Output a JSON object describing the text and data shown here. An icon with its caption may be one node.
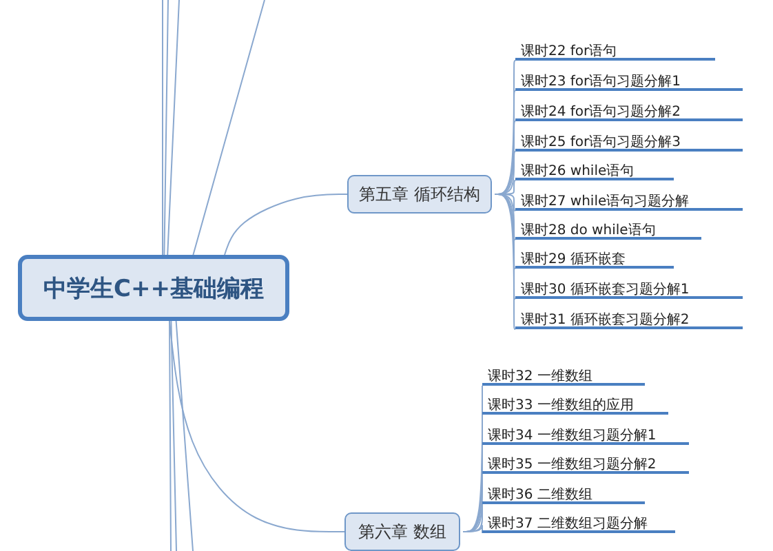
{
  "diagram": {
    "nodes": [
      {
        "text": [
          "中学生C++基础编程"
        ]
      },
      {
        "text": [
          "第五章 循环结构"
        ]
      },
      {
        "text": [
          "课时22 for语句"
        ]
      },
      {
        "text": [
          "课时23 for语句习题分解1"
        ]
      },
      {
        "text": [
          "课时24 for语句习题分解2"
        ]
      },
      {
        "text": [
          "课时25 for语句习题分解3"
        ]
      },
      {
        "text": [
          "课时26 while语句"
        ]
      },
      {
        "text": [
          "课时27 while语句习题分解"
        ]
      },
      {
        "text": [
          "课时28 do while语句"
        ]
      },
      {
        "text": [
          "课时29 循环嵌套"
        ]
      },
      {
        "text": [
          "课时30 循环嵌套习题分解1"
        ]
      },
      {
        "text": [
          "课时31 循环嵌套习题分解2"
        ]
      },
      {
        "text": [
          "第六章 数组"
        ]
      },
      {
        "text": [
          "课时32 一维数组"
        ]
      },
      {
        "text": [
          "课时33 一维数组的应用"
        ]
      },
      {
        "text": [
          "课时34 一维数组习题分解1"
        ]
      },
      {
        "text": [
          "课时35 一维数组习题分解2"
        ]
      },
      {
        "text": [
          "课时36 二维数组"
        ]
      },
      {
        "text": [
          "课时37 二维数组习题分解"
        ]
      }
    ],
    "edges": [
      {
        "from": 0,
        "to": 1,
        "arrow": "none"
      },
      {
        "from": 1,
        "to": 2,
        "arrow": "none"
      },
      {
        "from": 1,
        "to": 3,
        "arrow": "none"
      },
      {
        "from": 1,
        "to": 4,
        "arrow": "none"
      },
      {
        "from": 1,
        "to": 5,
        "arrow": "none"
      },
      {
        "from": 1,
        "to": 6,
        "arrow": "none"
      },
      {
        "from": 1,
        "to": 7,
        "arrow": "none"
      },
      {
        "from": 1,
        "to": 8,
        "arrow": "none"
      },
      {
        "from": 1,
        "to": 9,
        "arrow": "none"
      },
      {
        "from": 1,
        "to": 10,
        "arrow": "none"
      },
      {
        "from": 1,
        "to": 11,
        "arrow": "none"
      },
      {
        "from": 0,
        "to": 12,
        "arrow": "none"
      },
      {
        "from": 12,
        "to": 13,
        "arrow": "none"
      },
      {
        "from": 12,
        "to": 14,
        "arrow": "none"
      },
      {
        "from": 12,
        "to": 15,
        "arrow": "none"
      },
      {
        "from": 12,
        "to": 16,
        "arrow": "none"
      },
      {
        "from": 12,
        "to": 17,
        "arrow": "none"
      },
      {
        "from": 12,
        "to": 18,
        "arrow": "none"
      },
      {
        "from": 0,
        "to": null,
        "arrow": "none"
      },
      {
        "from": 0,
        "to": null,
        "arrow": "none"
      },
      {
        "from": 0,
        "to": null,
        "arrow": "none"
      },
      {
        "from": 0,
        "to": null,
        "arrow": "none"
      },
      {
        "from": 0,
        "to": null,
        "arrow": "none"
      },
      {
        "from": 0,
        "to": null,
        "arrow": "none"
      },
      {
        "from": 0,
        "to": null,
        "arrow": "none"
      }
    ]
  }
}
